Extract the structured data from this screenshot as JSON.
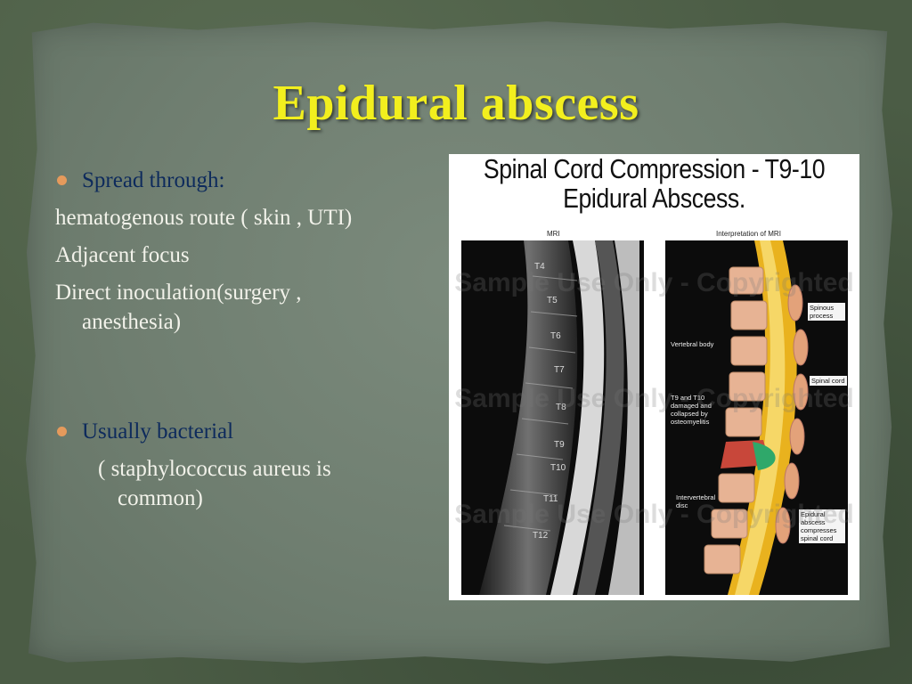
{
  "slide": {
    "title": "Epidural abscess",
    "items": [
      {
        "type": "bullet",
        "text": "Spread through:"
      },
      {
        "type": "plain",
        "text": "hematogenous route ( skin , UTI)"
      },
      {
        "type": "plain",
        "text": "Adjacent focus"
      },
      {
        "type": "plain",
        "text": "Direct inoculation(surgery , anesthesia)"
      },
      {
        "type": "bullet",
        "text": "Usually bacterial"
      },
      {
        "type": "indent",
        "text": "( staphylococcus aureus is common)"
      }
    ]
  },
  "figure": {
    "title_line1": "Spinal Cord Compression - T9-10",
    "title_line2": "Epidural Abscess.",
    "left_panel_label": "MRI",
    "right_panel_label": "Interpretation of MRI",
    "watermark": "Sample Use Only - Copyrighted",
    "vertebrae_left": [
      "T4",
      "T5",
      "T6",
      "T7",
      "T8",
      "T9",
      "T10",
      "T11",
      "T12"
    ],
    "annotations": {
      "spinous_process": "Spinous process",
      "vertebral_body": "Vertebral body",
      "spinal_cord": "Spinal cord",
      "damaged": "T9 and T10 damaged and collapsed by osteomyelitis",
      "disc": "Intervertebral disc",
      "abscess": "Epidural abscess compresses spinal cord"
    }
  },
  "colors": {
    "title": "#f2ef1e",
    "bullet_text": "#0d2a5c",
    "bullet_dot": "#e59a5c",
    "body_text": "#f2f2ea"
  }
}
